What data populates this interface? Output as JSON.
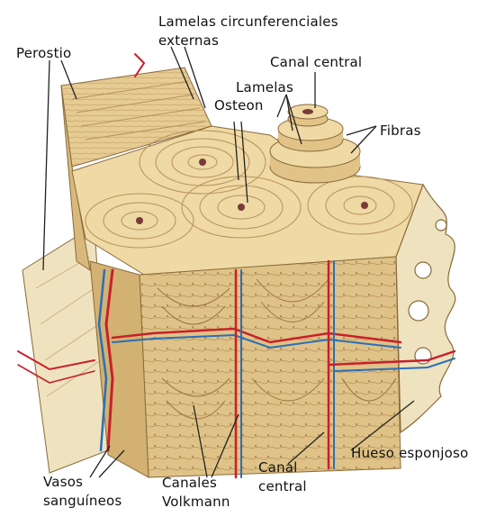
{
  "labels": {
    "periostio": "Perostio",
    "lamelas_circ_1": "Lamelas circunferenciales",
    "lamelas_circ_2": "externas",
    "canal_central_top": "Canal central",
    "lamelas": "Lamelas",
    "osteon": "Osteon",
    "fibras": "Fibras",
    "vasos_1": "Vasos",
    "vasos_2": "sanguíneos",
    "canales_1": "Canales",
    "canales_2": "Volkmann",
    "canal_central_1": "Canal",
    "canal_central_2": "central",
    "hueso_esponjoso": "Hueso esponjoso"
  },
  "colors": {
    "bone_light": "#efd9a4",
    "bone_mid": "#e1c387",
    "bone_dark": "#b8925a",
    "vessel_red": "#c8202a",
    "vessel_blue": "#2a6fb8",
    "line": "#222222"
  }
}
